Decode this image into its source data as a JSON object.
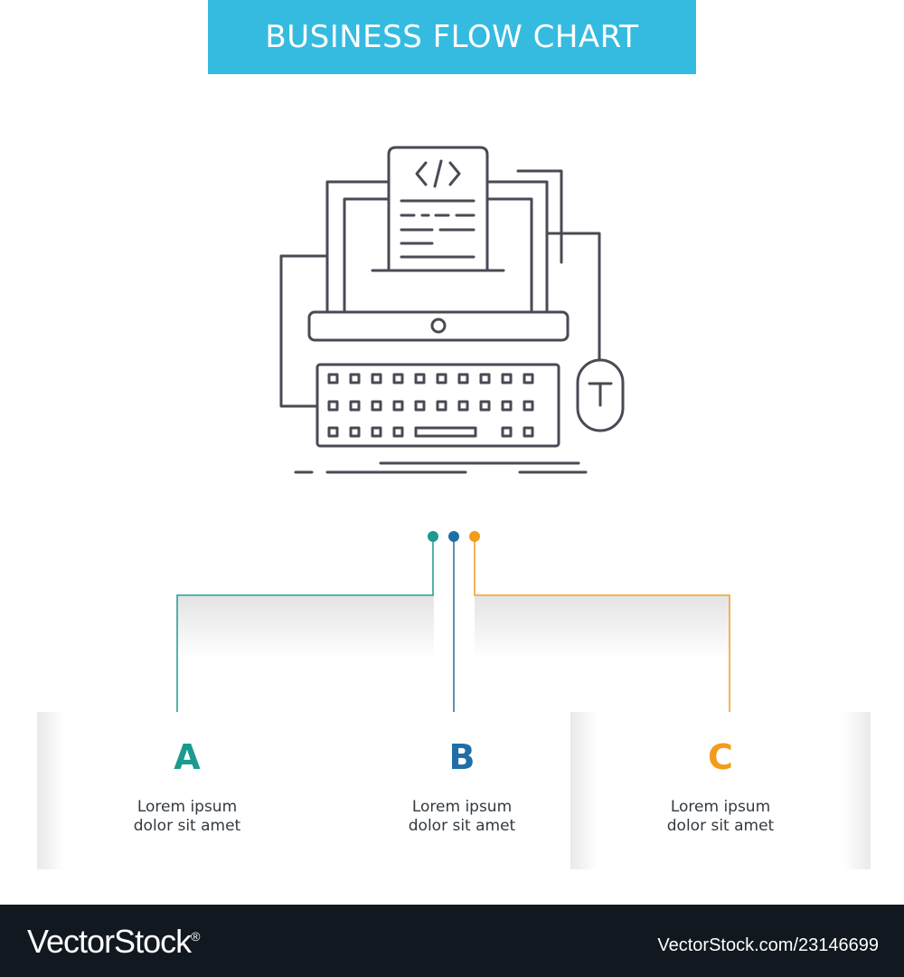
{
  "title": "BUSINESS FLOW CHART",
  "colors": {
    "banner": "#35bbe0",
    "option_a": "#1b9a8f",
    "option_b": "#1f6ea8",
    "option_c": "#f39c1a",
    "icon_stroke": "#4a4a55",
    "footer_bg": "#121820"
  },
  "icon": "computer-keyboard-code-icon",
  "options": [
    {
      "letter": "A",
      "text": "Lorem ipsum\ndolor sit amet"
    },
    {
      "letter": "B",
      "text": "Lorem ipsum\ndolor sit amet"
    },
    {
      "letter": "C",
      "text": "Lorem ipsum\ndolor sit amet"
    }
  ],
  "footer": {
    "brand": "VectorStock",
    "registered": "®",
    "id": "VectorStock.com/23146699"
  }
}
